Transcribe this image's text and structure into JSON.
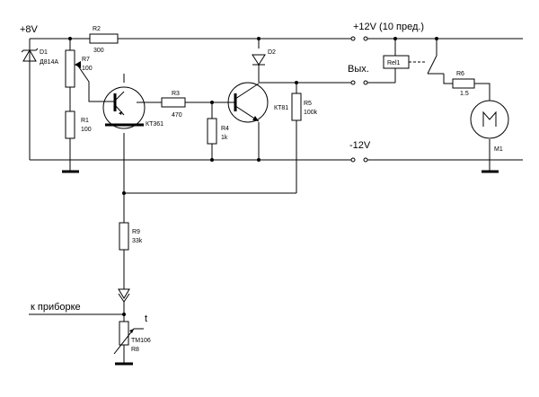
{
  "labels": {
    "plus8v": "+8V",
    "plus12v": "+12V (10 пред.)",
    "minus12v": "-12V",
    "out": "Вых.",
    "to_panel": "к приборке",
    "t": "t"
  },
  "components": {
    "d1": {
      "ref": "D1",
      "part": "Д814А"
    },
    "r2": {
      "ref": "R2",
      "value": "300"
    },
    "r7": {
      "ref": "R7",
      "value": "100"
    },
    "r1": {
      "ref": "R1",
      "value": "100"
    },
    "t1": {
      "part": "КТ361"
    },
    "r3": {
      "ref": "R3",
      "value": "470"
    },
    "r4": {
      "ref": "R4",
      "value": "1k"
    },
    "t2": {
      "part": "КТ81"
    },
    "r5": {
      "ref": "R5",
      "value": "100k"
    },
    "d2": {
      "ref": "D2"
    },
    "rel": {
      "ref": "Rel1"
    },
    "r6": {
      "ref": "R6",
      "value": "1.5"
    },
    "m1": {
      "ref": "M1"
    },
    "r9": {
      "ref": "R9",
      "value": "33k"
    },
    "r8": {
      "ref": "R8",
      "part": "ТМ106"
    }
  }
}
